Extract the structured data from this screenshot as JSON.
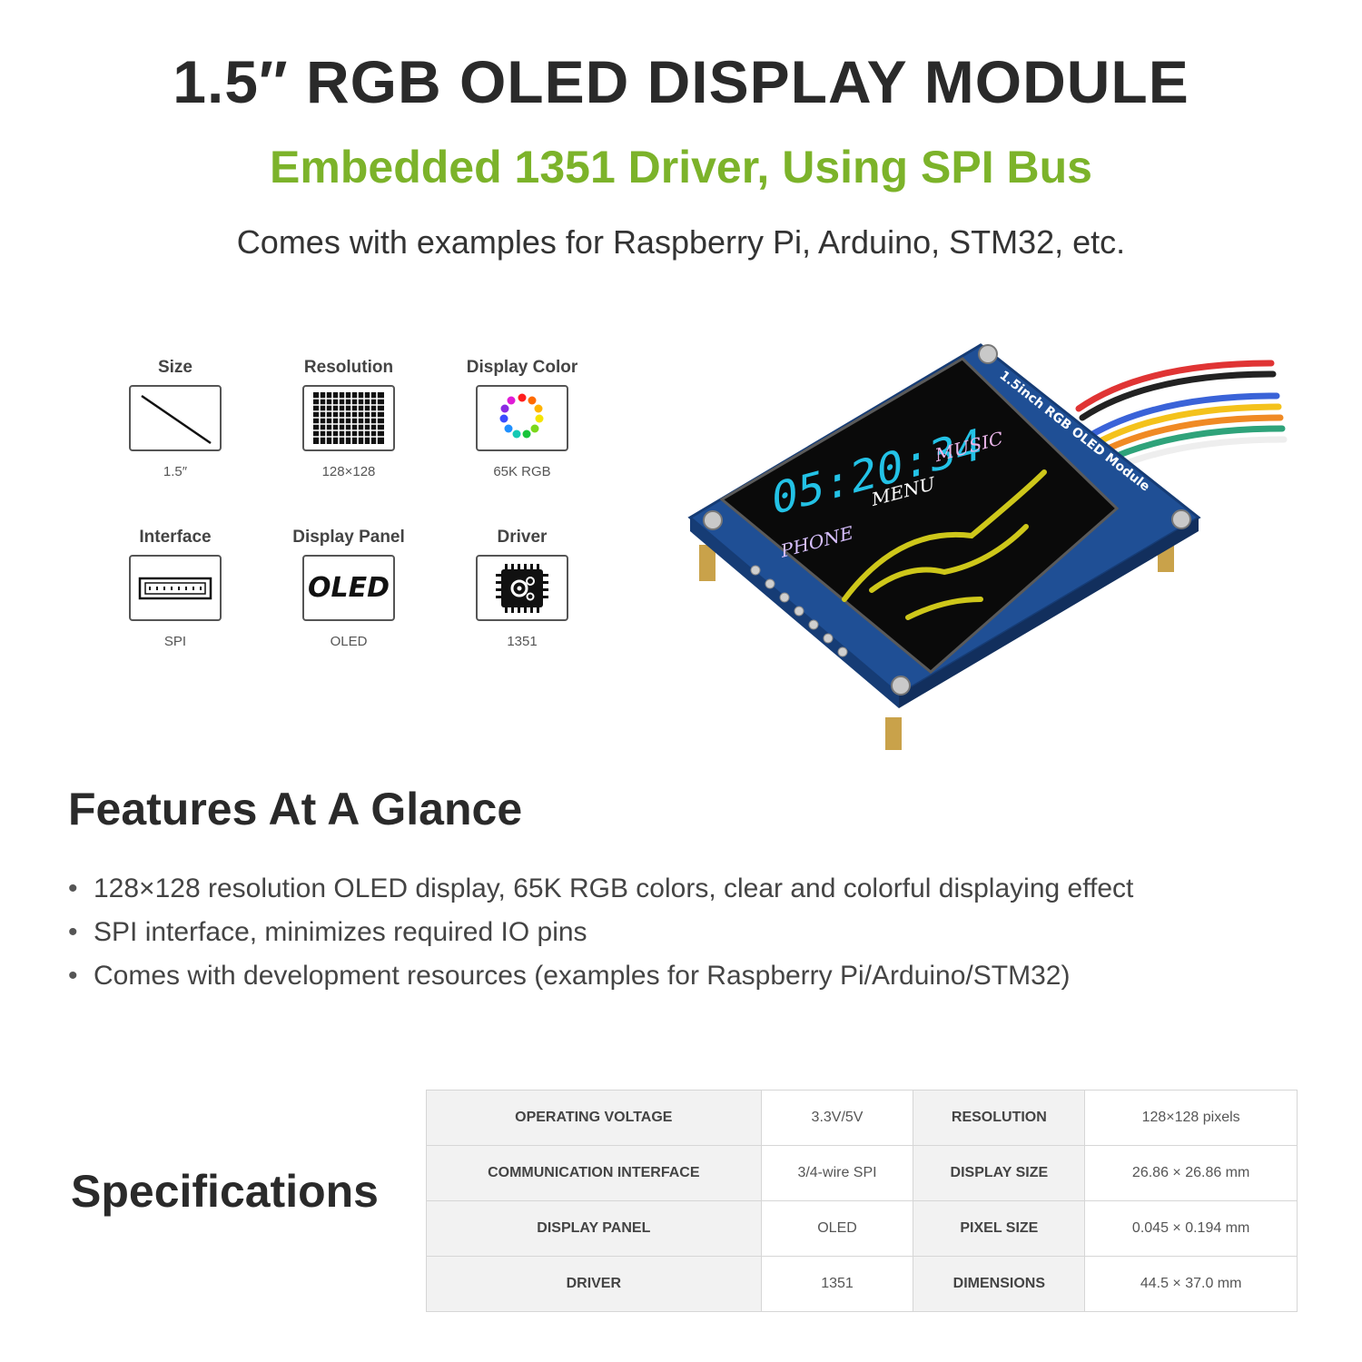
{
  "header": {
    "title": "1.5″ RGB OLED DISPLAY MODULE",
    "subtitle": "Embedded 1351 Driver, Using SPI Bus",
    "tagline": "Comes with examples for Raspberry Pi, Arduino, STM32, etc."
  },
  "features_grid": [
    {
      "label": "Size",
      "value": "1.5″",
      "icon": "diagonal-line-icon"
    },
    {
      "label": "Resolution",
      "value": "128×128",
      "icon": "pixel-grid-icon"
    },
    {
      "label": "Display Color",
      "value": "65K RGB",
      "icon": "color-wheel-icon"
    },
    {
      "label": "Interface",
      "value": "SPI",
      "icon": "connector-icon"
    },
    {
      "label": "Display Panel",
      "value": "OLED",
      "icon": "oled-text-icon",
      "icon_text": "OLED"
    },
    {
      "label": "Driver",
      "value": "1351",
      "icon": "chip-icon"
    }
  ],
  "product": {
    "board_label": "1.5inch RGB OLED Module",
    "screen_time": "05:20:34",
    "screen_menu": [
      "PHONE",
      "MENU",
      "MUSIC"
    ],
    "colors": {
      "board": "#1f4f95",
      "screen": "#000000",
      "accent": "#d9d21b",
      "time": "#23c2e6"
    }
  },
  "features": {
    "heading": "Features At A Glance",
    "bullets": [
      "128×128 resolution OLED display, 65K RGB colors, clear and colorful displaying effect",
      "SPI interface, minimizes required IO pins",
      "Comes with development resources (examples for Raspberry Pi/Arduino/STM32)"
    ]
  },
  "specifications": {
    "heading": "Specifications",
    "rows": [
      {
        "k1": "OPERATING VOLTAGE",
        "v1": "3.3V/5V",
        "k2": "RESOLUTION",
        "v2": "128×128 pixels"
      },
      {
        "k1": "COMMUNICATION INTERFACE",
        "v1": "3/4-wire SPI",
        "k2": "DISPLAY SIZE",
        "v2": "26.86 × 26.86 mm"
      },
      {
        "k1": "DISPLAY PANEL",
        "v1": "OLED",
        "k2": "PIXEL SIZE",
        "v2": "0.045 × 0.194 mm"
      },
      {
        "k1": "DRIVER",
        "v1": "1351",
        "k2": "DIMENSIONS",
        "v2": "44.5 × 37.0 mm"
      }
    ]
  },
  "colors": {
    "accent_green": "#7cb32a",
    "heading": "#2a2a2a"
  }
}
